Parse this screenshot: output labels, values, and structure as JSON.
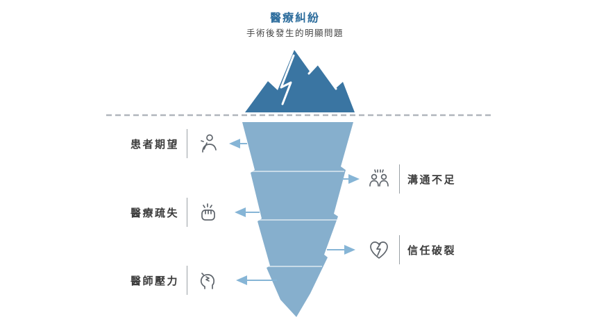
{
  "title": "醫療糾紛",
  "subtitle": "手術後發生的明顯問題",
  "left_labels": [
    {
      "label": "患者期望",
      "icon": "thinking-patient-icon"
    },
    {
      "label": "醫療疏失",
      "icon": "fist-icon"
    },
    {
      "label": "醫師壓力",
      "icon": "stressed-head-icon"
    }
  ],
  "right_labels": [
    {
      "label": "溝通不足",
      "icon": "two-people-talking-icon"
    },
    {
      "label": "信任破裂",
      "icon": "broken-heart-icon"
    }
  ],
  "colors": {
    "title_blue": "#2c6c9c",
    "iceberg_above_water": "#3a75a2",
    "iceberg_below_water": "#86afcd",
    "arrow_blue": "#86b5d6",
    "waterline_gray": "#b0b6bc",
    "label_text": "#3c3c3c",
    "icon_stroke": "#5e646b",
    "divider_gray": "#9aa0a5"
  }
}
